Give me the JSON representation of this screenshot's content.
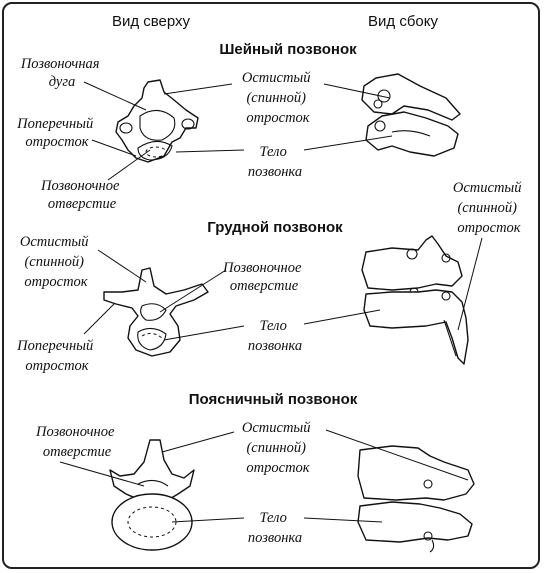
{
  "headers": {
    "top_view": "Вид сверху",
    "side_view": "Вид сбоку"
  },
  "cervical": {
    "title": "Шейный позвонок",
    "arch": [
      "Позвоночная",
      "дуга"
    ],
    "transverse": [
      "Поперечный",
      "отросток"
    ],
    "foramen": [
      "Позвоночное",
      "отверстие"
    ],
    "spinous": [
      "Остистый",
      "(спинной)",
      "отросток"
    ],
    "body": [
      "Тело",
      "позвонка"
    ]
  },
  "thoracic": {
    "title": "Грудной позвонок",
    "spinous_left": [
      "Остистый",
      "(спинной)",
      "отросток"
    ],
    "foramen": [
      "Позвоночное",
      "отверстие"
    ],
    "body": [
      "Тело",
      "позвонка"
    ],
    "transverse": [
      "Поперечный",
      "отросток"
    ],
    "spinous_right": [
      "Остистый",
      "(спинной)",
      "отросток"
    ]
  },
  "lumbar": {
    "title": "Поясничный позвонок",
    "foramen": [
      "Позвоночное",
      "отверстие"
    ],
    "spinous": [
      "Остистый",
      "(спинной)",
      "отросток"
    ],
    "body": [
      "Тело",
      "позвонка"
    ]
  }
}
